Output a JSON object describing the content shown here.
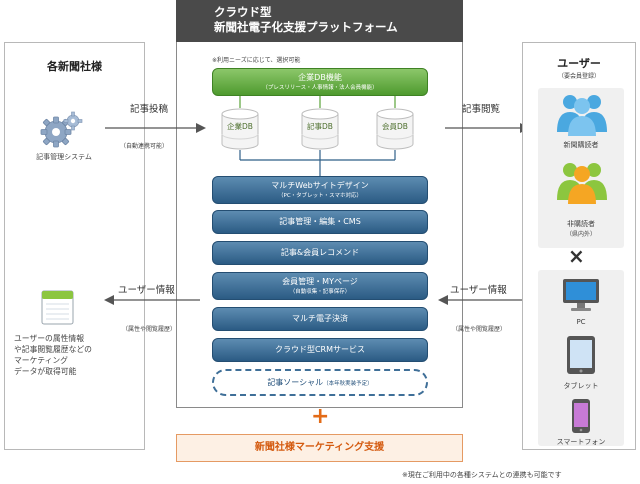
{
  "center": {
    "title_line1": "クラウド型",
    "title_line2": "新聞社電子化支援プラットフォーム",
    "note": "※利用ニーズに応じて、選択可能",
    "enterprise_db": {
      "label": "企業DB機能",
      "sub": "（プレスリリース・人事情報・法人会員機能）"
    },
    "dbs": [
      "企業DB",
      "記事DB",
      "会員DB"
    ],
    "services": [
      {
        "label": "マルチWebサイトデザイン",
        "sub": "（PC・タブレット・スマホ対応）"
      },
      {
        "label": "記事管理・編集・CMS",
        "sub": ""
      },
      {
        "label": "記事&会員レコメンド",
        "sub": ""
      },
      {
        "label": "会員管理・MYページ",
        "sub": "（自動収集・記事保存）"
      },
      {
        "label": "マルチ電子決済",
        "sub": ""
      },
      {
        "label": "クラウド型CRMサービス",
        "sub": ""
      }
    ],
    "social": {
      "label": "記事ソーシャル",
      "sub": "（本年秋実装予定）"
    }
  },
  "left": {
    "title": "各新聞社様",
    "cms_label": "記事管理システム",
    "description": [
      "ユーザーの属性情報",
      "や記事閲覧履歴などの",
      "マーケティング",
      "データが取得可能"
    ]
  },
  "right": {
    "title": "ユーザー",
    "subtitle": "（要会員登録）",
    "subscribers": "新聞購読者",
    "non_subscribers": "非購読者",
    "non_subscribers_sub": "（県内外）",
    "times": "×",
    "devices": [
      "PC",
      "タブレット",
      "スマートフォン"
    ]
  },
  "arrows": {
    "post": "記事投稿",
    "post_sub": "（自動連携可能）",
    "browse": "記事閲覧",
    "user_info_left": "ユーザー情報",
    "user_info_left_sub": "（属性や閲覧履歴）",
    "user_info_right": "ユーザー情報",
    "user_info_right_sub": "（属性や閲覧履歴）"
  },
  "bottom": {
    "plus": "+",
    "marketing": "新聞社様マーケティング支援",
    "footnote": "※現在ご利用中の各種システムとの連携も可能です"
  },
  "colors": {
    "green": "#5aa43a",
    "blue": "#2f5f88",
    "orange": "#e36b17",
    "header": "#4a4a4a"
  }
}
